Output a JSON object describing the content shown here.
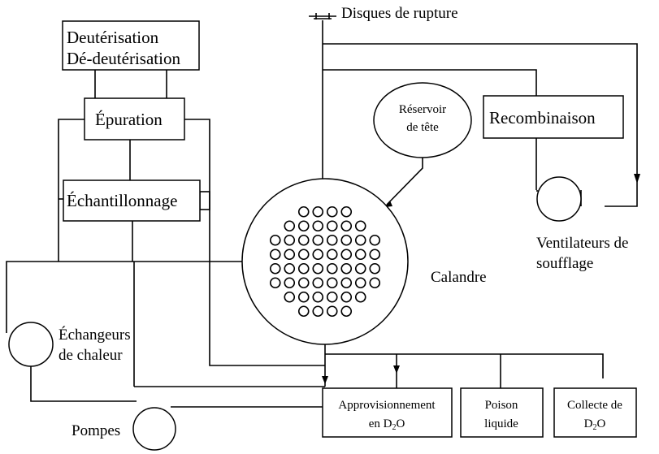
{
  "title": "",
  "labels": {
    "deuterisation": "Deutérisation",
    "dedeuterisation": "Dé-deutérisation",
    "epuration": "Épuration",
    "echantillonnage": "Échantillonnage",
    "disques": "Disques de rupture",
    "reservoir_line1": "Réservoir",
    "reservoir_line2": "de tête",
    "recombinaison": "Recombinaison",
    "ventilateurs_line1": "Ventilateurs de",
    "ventilateurs_line2": "soufflage",
    "calandre": "Calandre",
    "echangeurs_line1": "Échangeurs",
    "echangeurs_line2": "de chaleur",
    "pompes": "Pompes",
    "approv_line1": "Approvisionnement",
    "approv_line2_prefix": "en D",
    "approv_sub": "2",
    "approv_line2_suffix": "O",
    "poison_line1": "Poison",
    "poison_line2": "liquide",
    "collecte_line1": "Collecte de",
    "collecte_line2_prefix": "D",
    "collecte_sub": "2",
    "collecte_line2_suffix": "O"
  },
  "calandria_tubes": {
    "rows": [
      4,
      6,
      8,
      8,
      8,
      8,
      6,
      4
    ]
  },
  "colors": {
    "line": "#000000",
    "background": "#ffffff"
  }
}
